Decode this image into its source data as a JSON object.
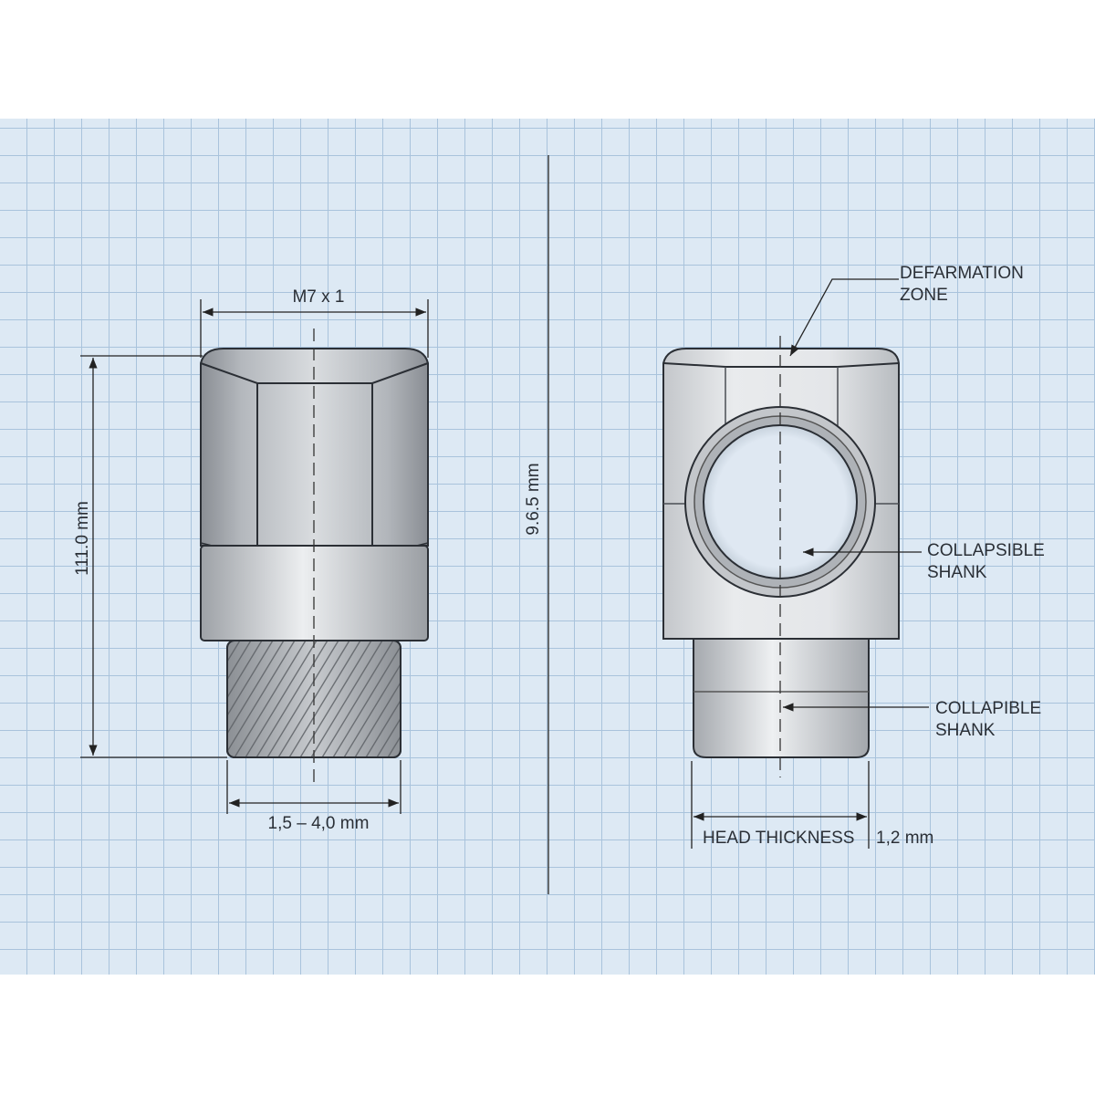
{
  "labels": {
    "thread_size": "M7 x 1",
    "total_length": "111.0 mm",
    "grip_range": "1,5 – 4,0 mm",
    "center_height": "9.6.5 mm",
    "deformation_zone": [
      "DEFARMATION",
      "ZONE"
    ],
    "collapsible_shank_1": [
      "COLLAPSIBLE",
      "SHANK"
    ],
    "collapsible_shank_2": [
      "COLLAPIBLE",
      "SHANK"
    ],
    "head_thickness": "HEAD THICKNESS",
    "head_thickness_value": "1,2 mm"
  },
  "colors": {
    "grid_background": "#dde9f4",
    "grid_line": "#a9c3dc",
    "metal_light": "#e4e6e9",
    "metal_dark": "#8e9298",
    "outline": "#2b2f35"
  }
}
